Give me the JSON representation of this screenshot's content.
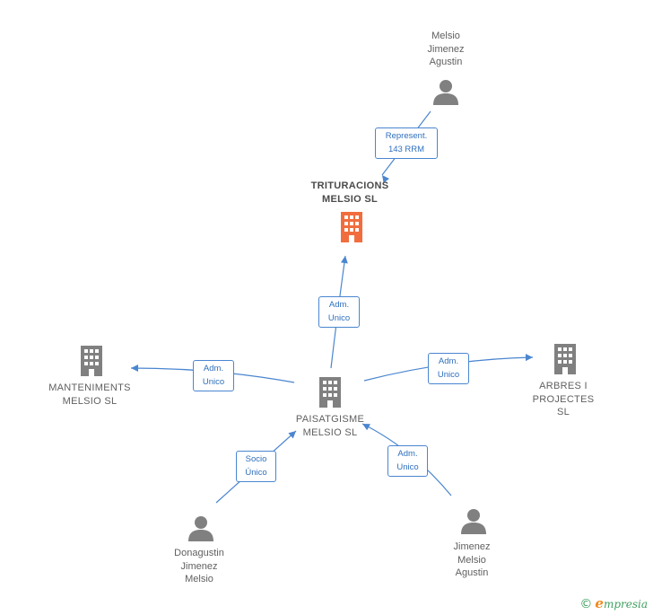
{
  "nodes": {
    "trituracions": {
      "label": "TRITURACIONS\nMELSIO  SL",
      "kind": "company",
      "focus": true,
      "color": "#f26d3d",
      "icon": "building-icon"
    },
    "paisatgisme": {
      "label": "PAISATGISME\nMELSIO SL",
      "kind": "company",
      "color": "#808080",
      "icon": "building-icon"
    },
    "manteniments": {
      "label": "MANTENIMENTS\nMELSIO  SL",
      "kind": "company",
      "color": "#808080",
      "icon": "building-icon"
    },
    "arbres": {
      "label": "ARBRES I\nPROJECTES\nSL",
      "kind": "company",
      "color": "#808080",
      "icon": "building-icon"
    },
    "melsio_jimenez": {
      "label": "Melsio\nJimenez\nAgustin",
      "kind": "person",
      "color": "#808080",
      "icon": "person-icon"
    },
    "donagustin": {
      "label": "Donagustin\nJimenez\nMelsio",
      "kind": "person",
      "color": "#808080",
      "icon": "person-icon"
    },
    "jimenez_melsio": {
      "label": "Jimenez\nMelsio\nAgustin",
      "kind": "person",
      "color": "#808080",
      "icon": "person-icon"
    }
  },
  "edges": [
    {
      "from": "melsio_jimenez",
      "to": "trituracions",
      "label": "Represent.\n143 RRM"
    },
    {
      "from": "paisatgisme",
      "to": "trituracions",
      "label": "Adm.\nUnico"
    },
    {
      "from": "paisatgisme",
      "to": "manteniments",
      "label": "Adm.\nUnico"
    },
    {
      "from": "paisatgisme",
      "to": "arbres",
      "label": "Adm.\nUnico"
    },
    {
      "from": "donagustin",
      "to": "paisatgisme",
      "label": "Socio\nÚnico"
    },
    {
      "from": "jimenez_melsio",
      "to": "paisatgisme",
      "label": "Adm.\nUnico"
    }
  ],
  "colors": {
    "edge": "#4a86d0",
    "edge_text": "#2f6fbd",
    "focus": "#f26d3d",
    "node": "#808080"
  },
  "footer": {
    "copyright": "©",
    "brand_initial": "e",
    "brand_rest": "mpresia"
  }
}
